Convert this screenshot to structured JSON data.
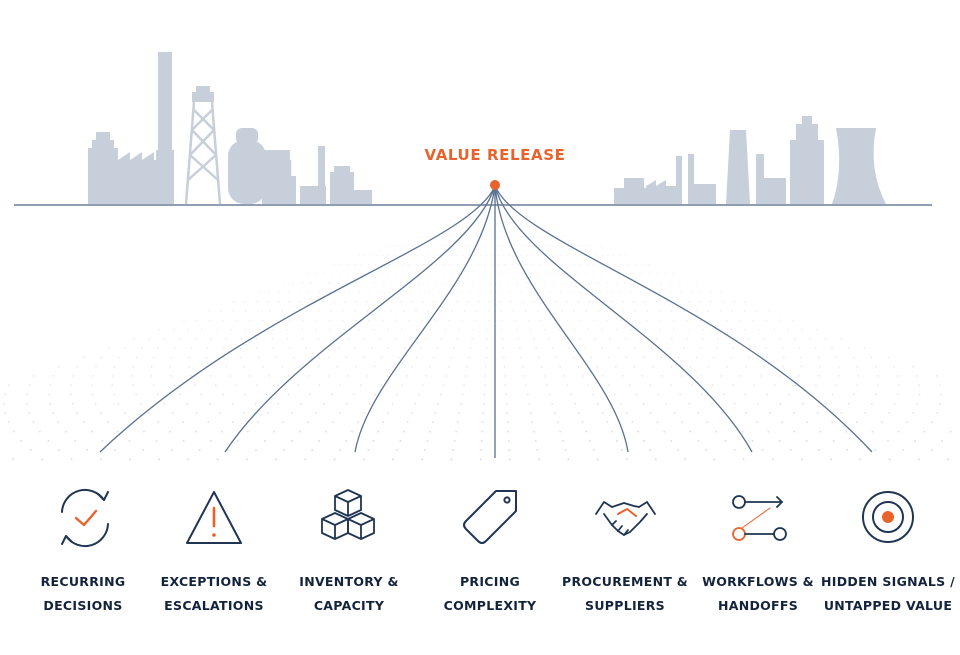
{
  "headline": "VALUE RELEASE",
  "colors": {
    "accent": "#e8622c",
    "navy": "#1f3553",
    "line": "#5a7191",
    "skyline": "#c7cfda",
    "dots": "#c9d1dc"
  },
  "categories": [
    {
      "icon": "cycle-check-icon",
      "line1": "RECURRING",
      "line2": "DECISIONS"
    },
    {
      "icon": "warning-triangle-icon",
      "line1": "EXCEPTIONS &",
      "line2": "ESCALATIONS"
    },
    {
      "icon": "stacked-cubes-icon",
      "line1": "INVENTORY &",
      "line2": "CAPACITY"
    },
    {
      "icon": "price-tag-icon",
      "line1": "PRICING",
      "line2": "COMPLEXITY"
    },
    {
      "icon": "handshake-icon",
      "line1": "PROCUREMENT &",
      "line2": "SUPPLIERS"
    },
    {
      "icon": "workflow-arrows-icon",
      "line1": "WORKFLOWS &",
      "line2": "HANDOFFS"
    },
    {
      "icon": "target-icon",
      "line1": "HIDDEN SIGNALS /",
      "line2": "UNTAPPED VALUE"
    }
  ]
}
